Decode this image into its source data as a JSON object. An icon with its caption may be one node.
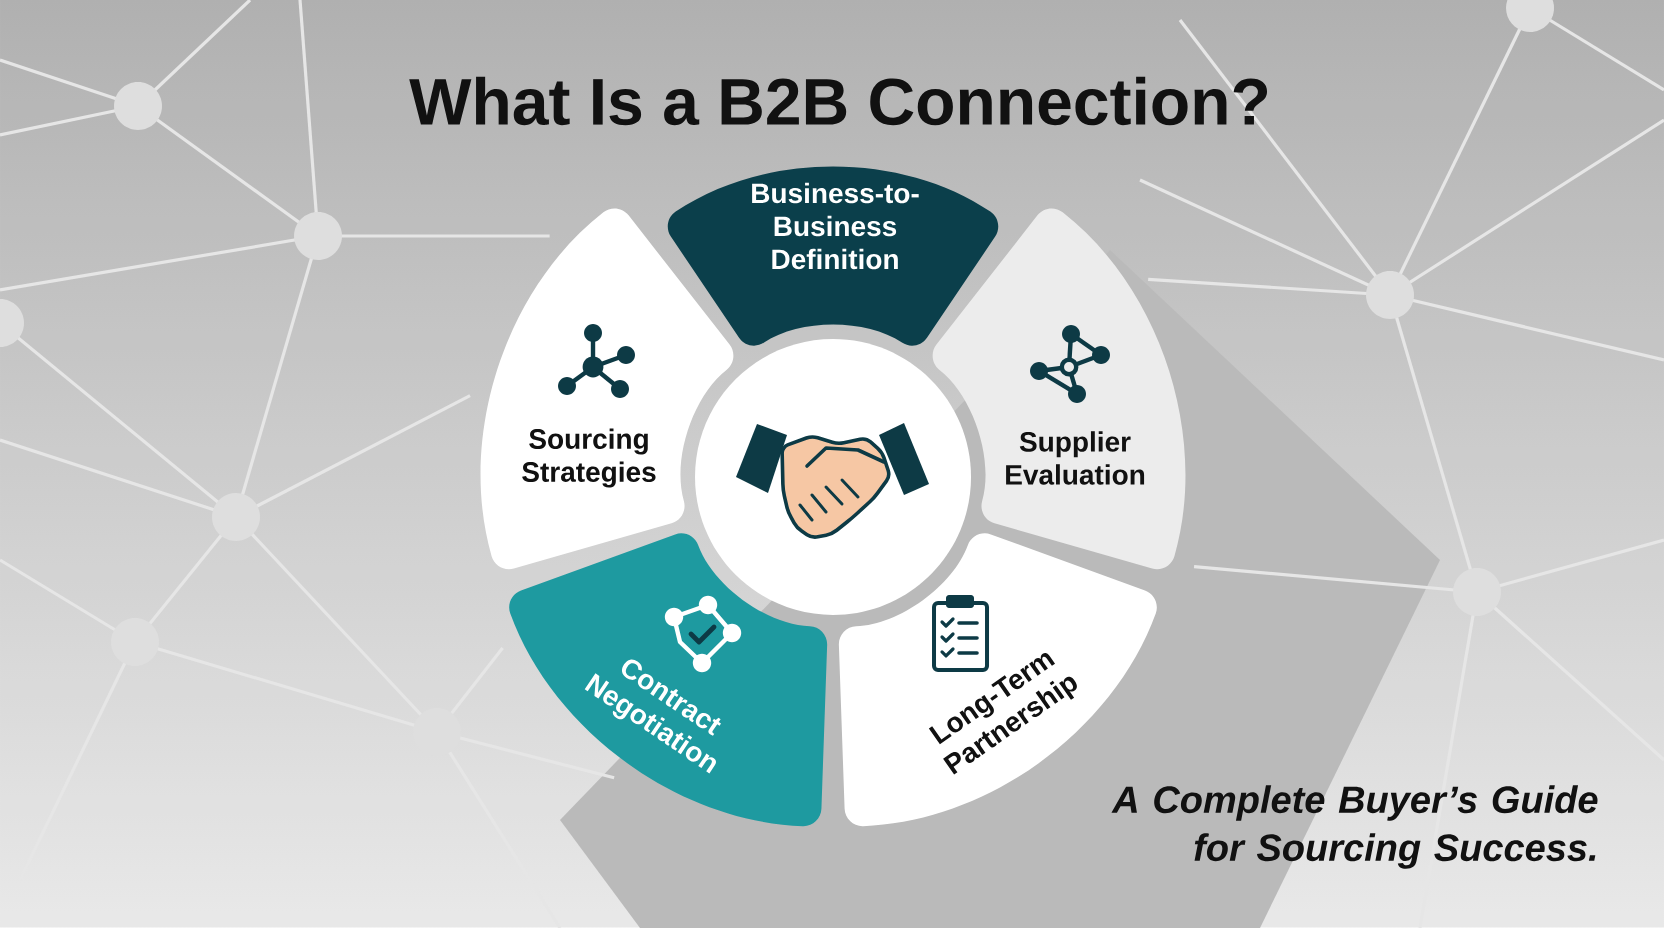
{
  "diagram": {
    "title": "What Is a B2B Connection?",
    "caption": "A Complete Buyer’s Guide for Sourcing Success.",
    "nodes": [
      {
        "text": [
          "Business-to-Business Definition"
        ]
      },
      {
        "text": [
          "Sourcing Strategies"
        ]
      },
      {
        "text": [],
        "shape": "circle"
      },
      {
        "text": [
          "Supplier Evaluation"
        ]
      },
      {
        "text": [
          "Contract Negotiation"
        ]
      },
      {
        "text": [
          "Long-Term Partnership"
        ]
      }
    ]
  }
}
